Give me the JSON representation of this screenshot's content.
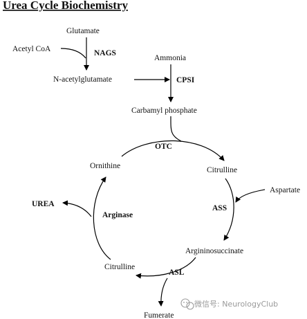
{
  "title": "Urea Cycle Biochemistry",
  "metabolites": {
    "glutamate": "Glutamate",
    "acetyl_coa": "Acetyl CoA",
    "n_acetylglutamate": "N-acetylglutamate",
    "ammonia": "Ammonia",
    "carbamyl_phosphate": "Carbamyl phosphate",
    "ornithine": "Ornithine",
    "citrulline_right": "Citrulline",
    "aspartate": "Aspartate",
    "urea": "UREA",
    "argininosuccinate": "Argininosuccinate",
    "citrulline_bottom": "Citrulline",
    "fumerate": "Fumerate"
  },
  "enzymes": {
    "nags": "NAGS",
    "cpsi": "CPSI",
    "otc": "OTC",
    "ass": "ASS",
    "arginase": "Arginase",
    "asl": "ASL"
  },
  "watermark": {
    "icon": "wechat-icon",
    "text": "微信号: NeurologyClub"
  },
  "colors": {
    "ink": "#000000",
    "watermark": "#9a9a9a",
    "background": "#ffffff"
  }
}
